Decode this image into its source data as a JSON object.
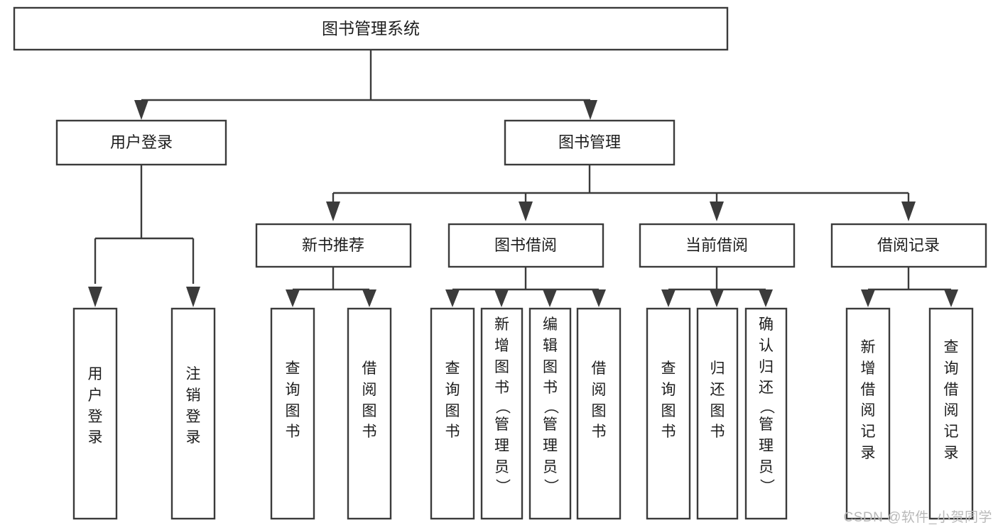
{
  "diagram": {
    "type": "tree",
    "title": "图书管理系统",
    "watermark": "CSDN @软件_小贺同学",
    "colors": {
      "stroke": "#3b3b3b",
      "fill": "#ffffff",
      "text": "#1d1d1d",
      "watermark": "#b9b9b9",
      "background": "#ffffff"
    },
    "root": {
      "label": "图书管理系统"
    },
    "level2": [
      {
        "label": "用户登录"
      },
      {
        "label": "图书管理"
      }
    ],
    "level3": [
      {
        "label": "新书推荐"
      },
      {
        "label": "图书借阅"
      },
      {
        "label": "当前借阅"
      },
      {
        "label": "借阅记录"
      }
    ],
    "leaves": {
      "user_login": [
        {
          "label": "用户登录",
          "chars": [
            "用",
            "户",
            "登",
            "录"
          ]
        },
        {
          "label": "注销登录",
          "chars": [
            "注",
            "销",
            "登",
            "录"
          ]
        }
      ],
      "new_book": [
        {
          "label": "查询图书",
          "chars": [
            "查",
            "询",
            "图",
            "书"
          ]
        },
        {
          "label": "借阅图书",
          "chars": [
            "借",
            "阅",
            "图",
            "书"
          ]
        }
      ],
      "book_borrow": [
        {
          "label": "查询图书",
          "chars": [
            "查",
            "询",
            "图",
            "书"
          ]
        },
        {
          "label": "新增图书（管理员）",
          "chars": [
            "新",
            "增",
            "图",
            "书",
            "（",
            "管",
            "理",
            "员",
            "）"
          ]
        },
        {
          "label": "编辑图书（管理员）",
          "chars": [
            "编",
            "辑",
            "图",
            "书",
            "（",
            "管",
            "理",
            "员",
            "）"
          ]
        },
        {
          "label": "借阅图书",
          "chars": [
            "借",
            "阅",
            "图",
            "书"
          ]
        }
      ],
      "current_borrow": [
        {
          "label": "查询图书",
          "chars": [
            "查",
            "询",
            "图",
            "书"
          ]
        },
        {
          "label": "归还图书",
          "chars": [
            "归",
            "还",
            "图",
            "书"
          ]
        },
        {
          "label": "确认归还（管理员）",
          "chars": [
            "确",
            "认",
            "归",
            "还",
            "（",
            "管",
            "理",
            "员",
            "）"
          ]
        }
      ],
      "borrow_record": [
        {
          "label": "新增借阅记录",
          "chars": [
            "新",
            "增",
            "借",
            "阅",
            "记",
            "录"
          ]
        },
        {
          "label": "查询借阅记录",
          "chars": [
            "查",
            "询",
            "借",
            "阅",
            "记",
            "录"
          ]
        }
      ]
    }
  }
}
